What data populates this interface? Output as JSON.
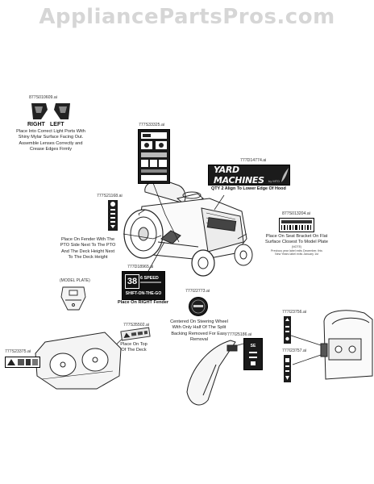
{
  "watermark": "AppliancePartsPros.com",
  "parts": {
    "p1": "877S010609.ai",
    "p2": "777S33325.ai",
    "p3": "777D14774.ai",
    "p4": "777S21168.ai",
    "p5": "877S013204.ai",
    "p6": "777D18965.ai",
    "p7": "777I22773.ai",
    "p8": "777S35502.ai",
    "p9": "777S23375.ai",
    "p10": "777I25186.ai",
    "p11": "777I23756.ai",
    "p12": "777I23757.ai"
  },
  "labels": {
    "right": "RIGHT",
    "left": "LEFT",
    "light_note": [
      "Place Into Correct Light Ports With",
      "Shiny Mylar Surface Facing Out.",
      "Assemble Lenses Correctly and",
      "Crease Edges Firmly"
    ],
    "qty_note": "QTY 2 Align To Lower Edge Of Hood",
    "fender_note": [
      "Place On Fender With The",
      "PTO Side Next To The PTO",
      "And The Deck Height Next",
      "To The Deck Height"
    ],
    "seat_note": [
      "Place On Seat Bracket On Flat",
      "Surface Closest To Model Plate"
    ],
    "seat_note_small": [
      "(NOTE)",
      "Previous year label exits December, this",
      "New Years label exits January 1st"
    ],
    "model_plate": "(MODEL PLATE)",
    "right_fender": "Place On RIGHT Fender",
    "steering_note": [
      "Centered On Steering Wheel",
      "With Only Half Of The Split",
      "Backing Removed For Easy",
      "Removal"
    ],
    "deck_note": [
      "Place On Top",
      "Of The Deck"
    ]
  },
  "decals": {
    "brand": "YARD MACHINES",
    "brand_sub": "by MTD",
    "speed_num": "38",
    "speed_text": "6 SPEED",
    "shift": "SHIFT-ON-THE-GO",
    "steer": "SE"
  }
}
